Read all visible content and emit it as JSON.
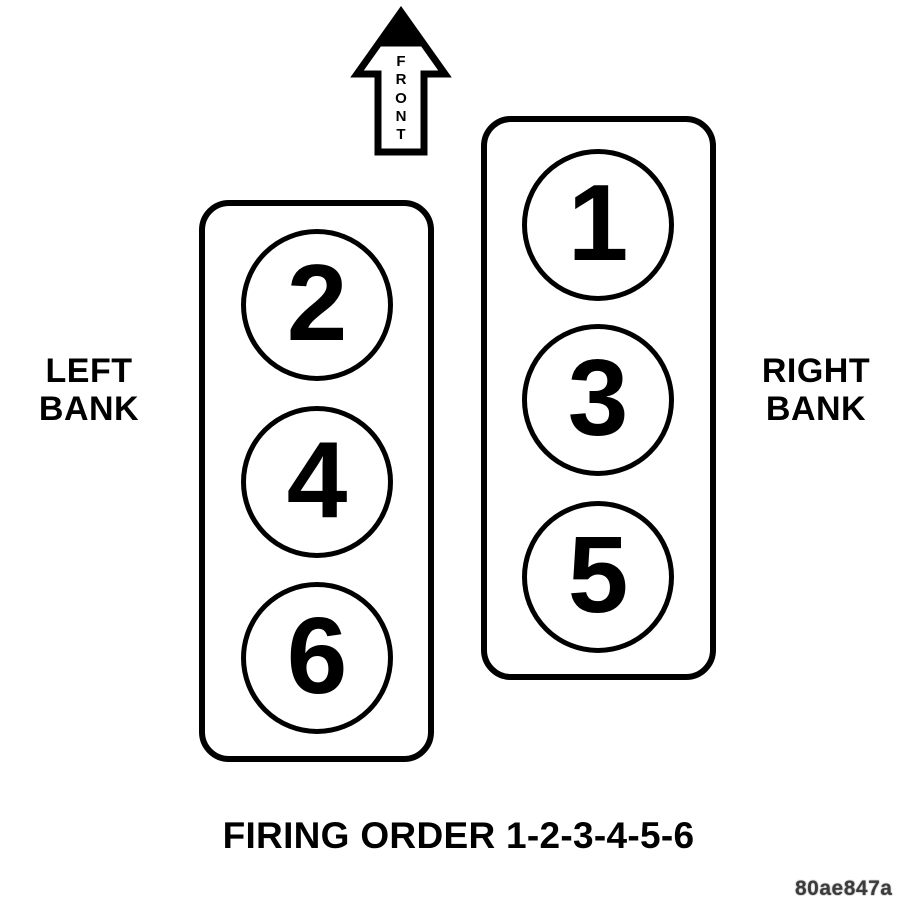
{
  "diagram": {
    "caption": "FIRING ORDER 1-2-3-4-5-6",
    "firing_order": [
      "1",
      "2",
      "3",
      "4",
      "5",
      "6"
    ],
    "front_arrow": {
      "label": "FRONT",
      "direction": "up"
    },
    "left_bank": {
      "label_line1": "LEFT",
      "label_line2": "BANK",
      "cylinders": [
        "2",
        "4",
        "6"
      ]
    },
    "right_bank": {
      "label_line1": "RIGHT",
      "label_line2": "BANK",
      "cylinders": [
        "1",
        "3",
        "5"
      ]
    },
    "figure_code": "80ae847a",
    "colors": {
      "ink": "#000000",
      "background": "#ffffff",
      "figure_code_color": "#3c3c3c"
    }
  }
}
